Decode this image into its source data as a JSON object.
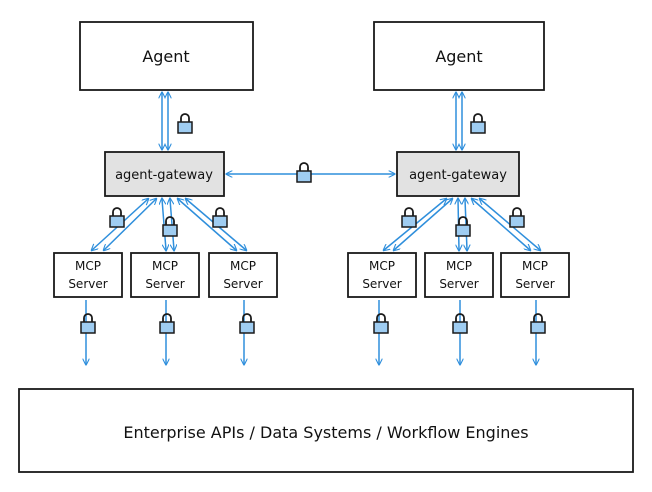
{
  "left": {
    "agent": "Agent",
    "gateway": "agent-gateway",
    "servers": [
      {
        "line1": "MCP",
        "line2": "Server"
      },
      {
        "line1": "MCP",
        "line2": "Server"
      },
      {
        "line1": "MCP",
        "line2": "Server"
      }
    ]
  },
  "right": {
    "agent": "Agent",
    "gateway": "agent-gateway",
    "servers": [
      {
        "line1": "MCP",
        "line2": "Server"
      },
      {
        "line1": "MCP",
        "line2": "Server"
      },
      {
        "line1": "MCP",
        "line2": "Server"
      }
    ]
  },
  "enterprise": "Enterprise APIs / Data Systems / Workflow Engines",
  "colors": {
    "arrow": "#2f8fdc",
    "lock": "#9fcdf2",
    "gateway_fill": "#e2e2e2",
    "stroke": "#1a1a1a"
  },
  "icons": {
    "lock": "padlock-icon"
  }
}
